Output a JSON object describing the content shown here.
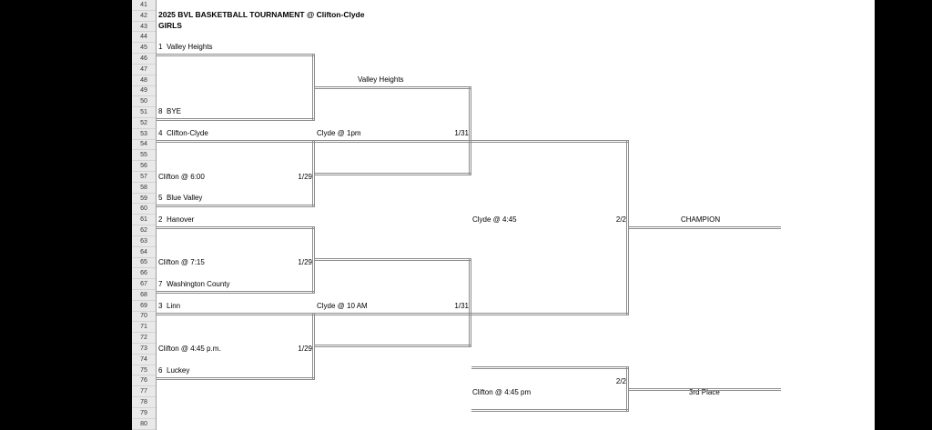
{
  "header": {
    "title": "2025 BVL BASKETBALL TOURNAMENT @ Clifton-Clyde",
    "division": "GIRLS"
  },
  "rows": {
    "start": 41,
    "end": 80
  },
  "bracket": {
    "round1": {
      "match1": {
        "top_seed": "1",
        "top_team": "Valley Heights",
        "bottom_seed": "8",
        "bottom_team": "BYE"
      },
      "match2": {
        "top_seed": "4",
        "top_team": "Clifton-Clyde",
        "bottom_seed": "5",
        "bottom_team": "Blue Valley",
        "game": "Clifton @ 6:00",
        "date": "1/29"
      },
      "match3": {
        "top_seed": "2",
        "top_team": "Hanover",
        "bottom_seed": "7",
        "bottom_team": "Washington County",
        "game": "Clifton @ 7:15",
        "date": "1/29"
      },
      "match4": {
        "top_seed": "3",
        "top_team": "Linn",
        "bottom_seed": "6",
        "bottom_team": "Luckey",
        "game": "Clifton @ 4:45 p.m.",
        "date": "1/29"
      }
    },
    "semifinals": {
      "sf1": {
        "advancer": "Valley Heights",
        "game": "Clyde @ 1pm",
        "date": "1/31"
      },
      "sf2": {
        "game": "Clyde @ 10 AM",
        "date": "1/31"
      }
    },
    "final": {
      "game": "Clyde @ 4:45",
      "date": "2/2",
      "label": "CHAMPION"
    },
    "third_place": {
      "game": "Clifton @ 4:45 pm",
      "date": "2/2",
      "label": "3rd Place"
    }
  },
  "colors": {
    "bracket_line": "#8c8c8c",
    "row_header_bg": "#e9e9e9",
    "letterbox": "#000000"
  }
}
